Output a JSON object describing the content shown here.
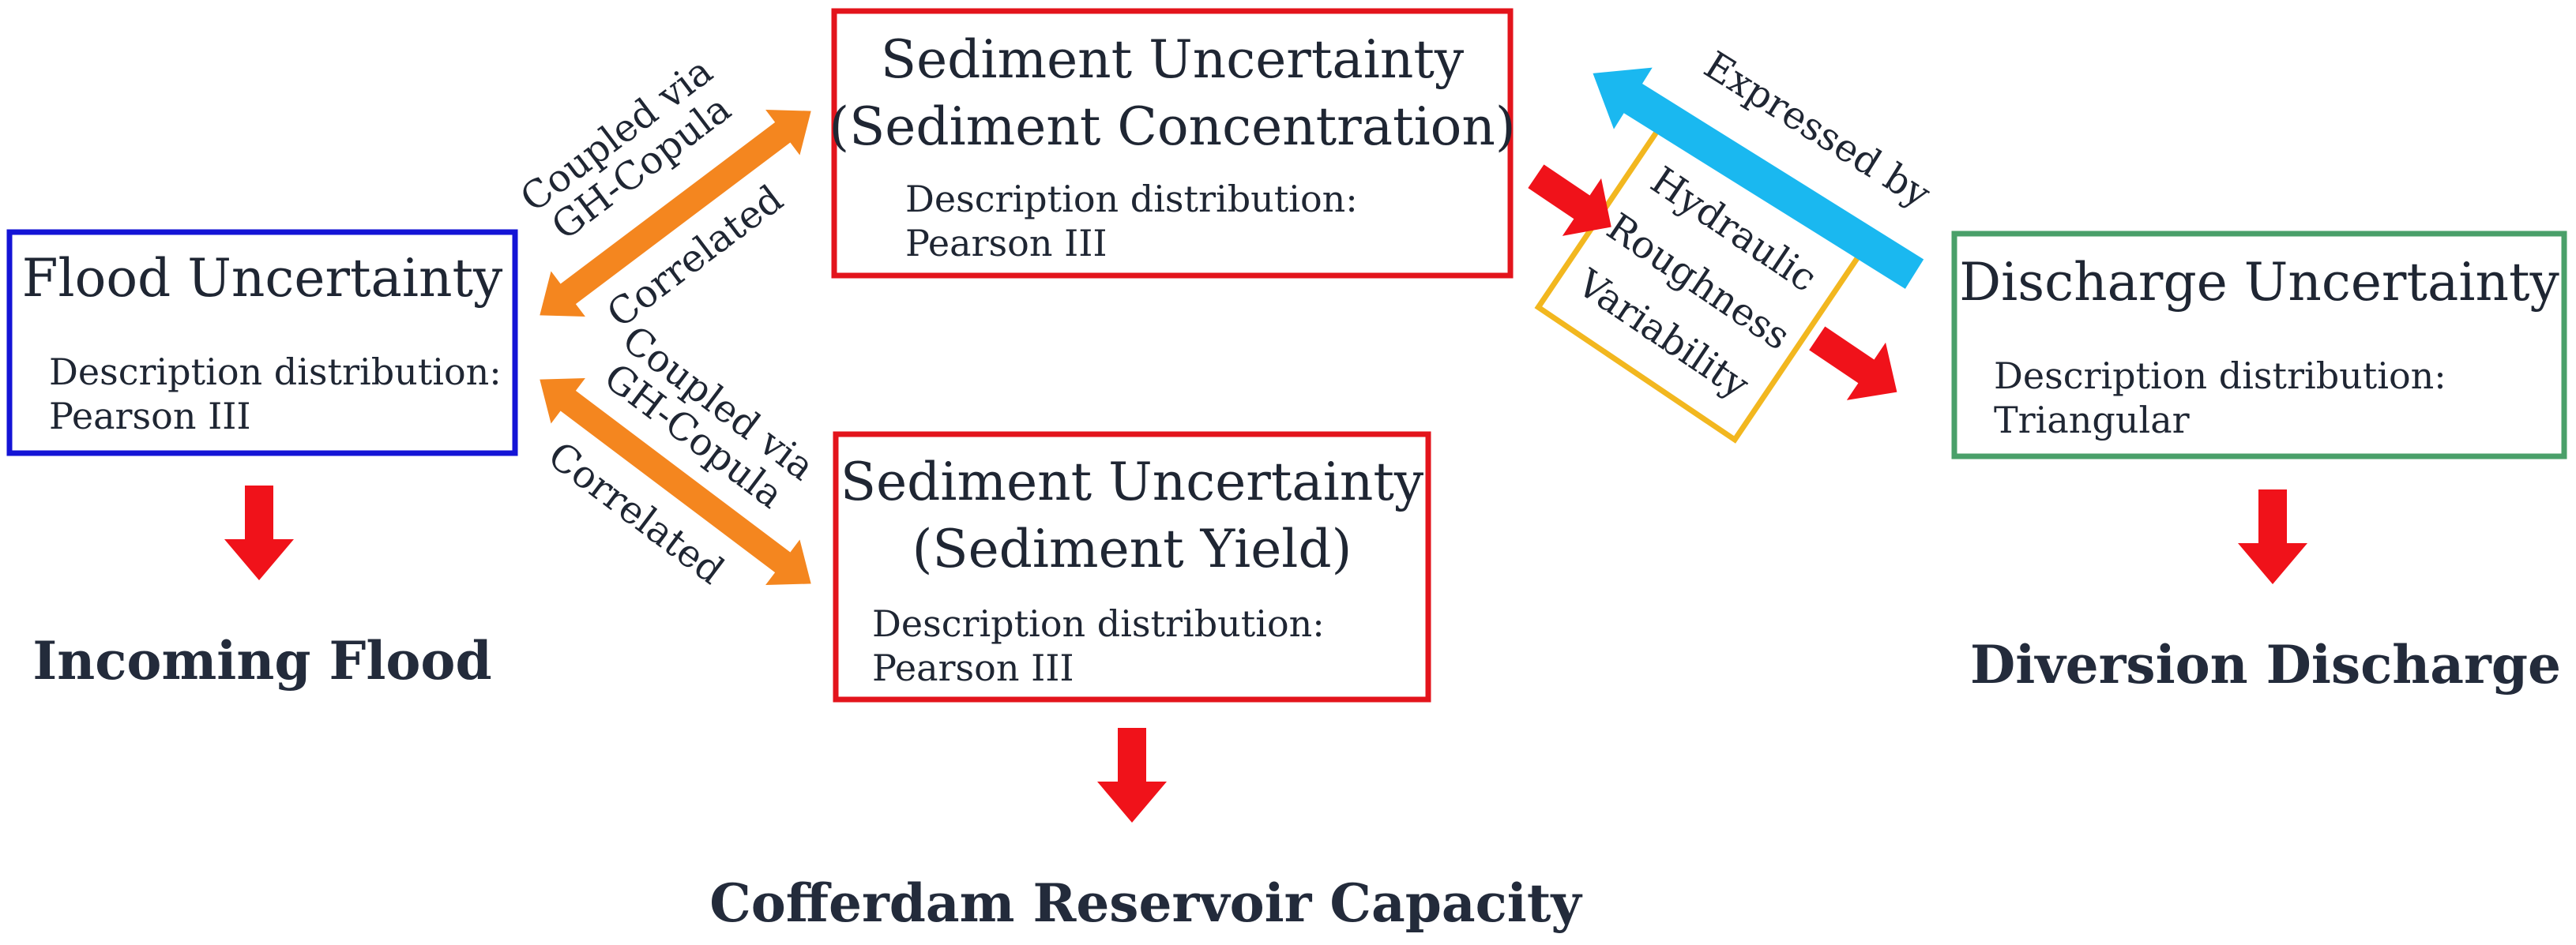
{
  "colors": {
    "flood_border": "#1414d6",
    "sediment_border": "#e3141c",
    "discharge_border": "#4aa06a",
    "hydraulic_border": "#f2b71f",
    "orange_arrow": "#f4861f",
    "blue_arrow": "#1ab8f0",
    "red_arrow": "#f0121a"
  },
  "flood_box": {
    "title": "Flood Uncertainty",
    "desc_label": "Description distribution:",
    "desc_value": "Pearson III"
  },
  "sediment_conc_box": {
    "title_line1": "Sediment Uncertainty",
    "title_line2": "(Sediment Concentration)",
    "desc_label": "Description distribution:",
    "desc_value": "Pearson III"
  },
  "sediment_yield_box": {
    "title_line1": "Sediment Uncertainty",
    "title_line2": "(Sediment Yield)",
    "desc_label": "Description distribution:",
    "desc_value": "Pearson III"
  },
  "discharge_box": {
    "title": "Discharge Uncertainty",
    "desc_label": "Description distribution:",
    "desc_value": "Triangular"
  },
  "hydraulic_box": {
    "line1": "Hydraulic",
    "line2": "Roughness",
    "line3": "Variability"
  },
  "labels": {
    "upper_coupled_line1": "Coupled via",
    "upper_coupled_line2": "GH-Copula",
    "upper_correlated": "Correlated",
    "lower_coupled_line1": "Coupled via",
    "lower_coupled_line2": "GH-Copula",
    "lower_correlated": "Correlated",
    "expressed_by": "Expressed by"
  },
  "outcomes": {
    "incoming_flood": "Incoming Flood",
    "cofferdam_capacity": "Cofferdam Reservoir Capacity",
    "diversion_discharge": "Diversion Discharge"
  }
}
